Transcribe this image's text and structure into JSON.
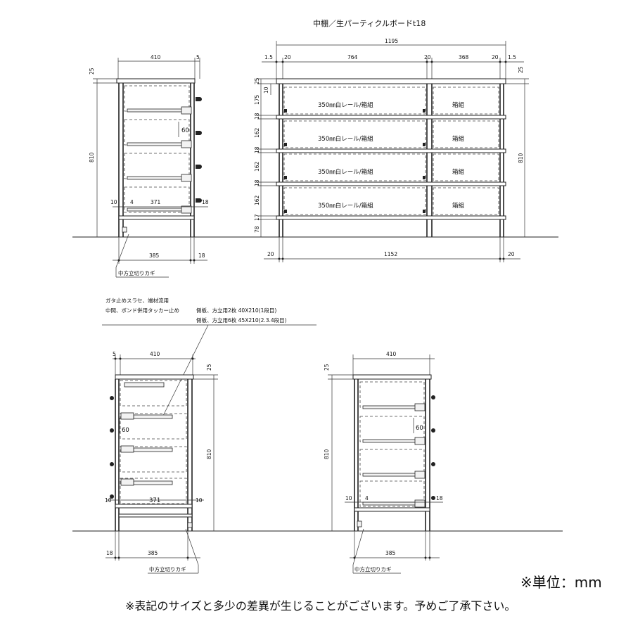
{
  "title": "中棚／生パーティクルボードt18",
  "front_view": {
    "overall_width": "1195",
    "top_dims": [
      "1.5",
      "20",
      "764",
      "20",
      "368",
      "20",
      "1.5"
    ],
    "top_thickness": "25",
    "left_heights": [
      "10",
      "175",
      "18",
      "162",
      "18",
      "162",
      "18",
      "162",
      "17",
      "78"
    ],
    "right_height": "810",
    "rail_label": "350㎜白レール/箱組",
    "box_label": "箱組",
    "bottom_dims": [
      "20",
      "1152",
      "20"
    ]
  },
  "side_view_top": {
    "width": "410",
    "gap": "5",
    "top": "25",
    "height": "810",
    "drawer_gap": "60",
    "inner_dims": [
      "10",
      "4",
      "371",
      "18"
    ],
    "bottom_dims": [
      "385",
      "18"
    ],
    "callout": "中方立切りカギ"
  },
  "side_view_left": {
    "note_line1": "ガタ止めスラセ、端材流用",
    "note_line2": "中間、ボンド併用タッカー止め",
    "note_line3": "側板、方立用2枚 40X210(1段目)",
    "note_line4": "側板、方立用6枚 45X210(2.3.4段目)",
    "width": "410",
    "gap": "5",
    "top": "25",
    "height": "810",
    "drawer_gap": "60",
    "inner_dims": [
      "10",
      "371",
      "10"
    ],
    "bottom_dims": [
      "18",
      "385"
    ],
    "callout": "中方立切りカギ"
  },
  "side_view_right": {
    "width": "410",
    "top": "25",
    "height": "810",
    "drawer_gap": "60",
    "inner_dims": [
      "10",
      "4",
      "18"
    ],
    "bottom_dims": [
      "385"
    ],
    "callout": "中方立切りカギ"
  },
  "notes": {
    "unit": "※単位：mm",
    "disclaimer": "※表記のサイズと多少の差異が生じることがございます。予めご了承下さい。"
  }
}
